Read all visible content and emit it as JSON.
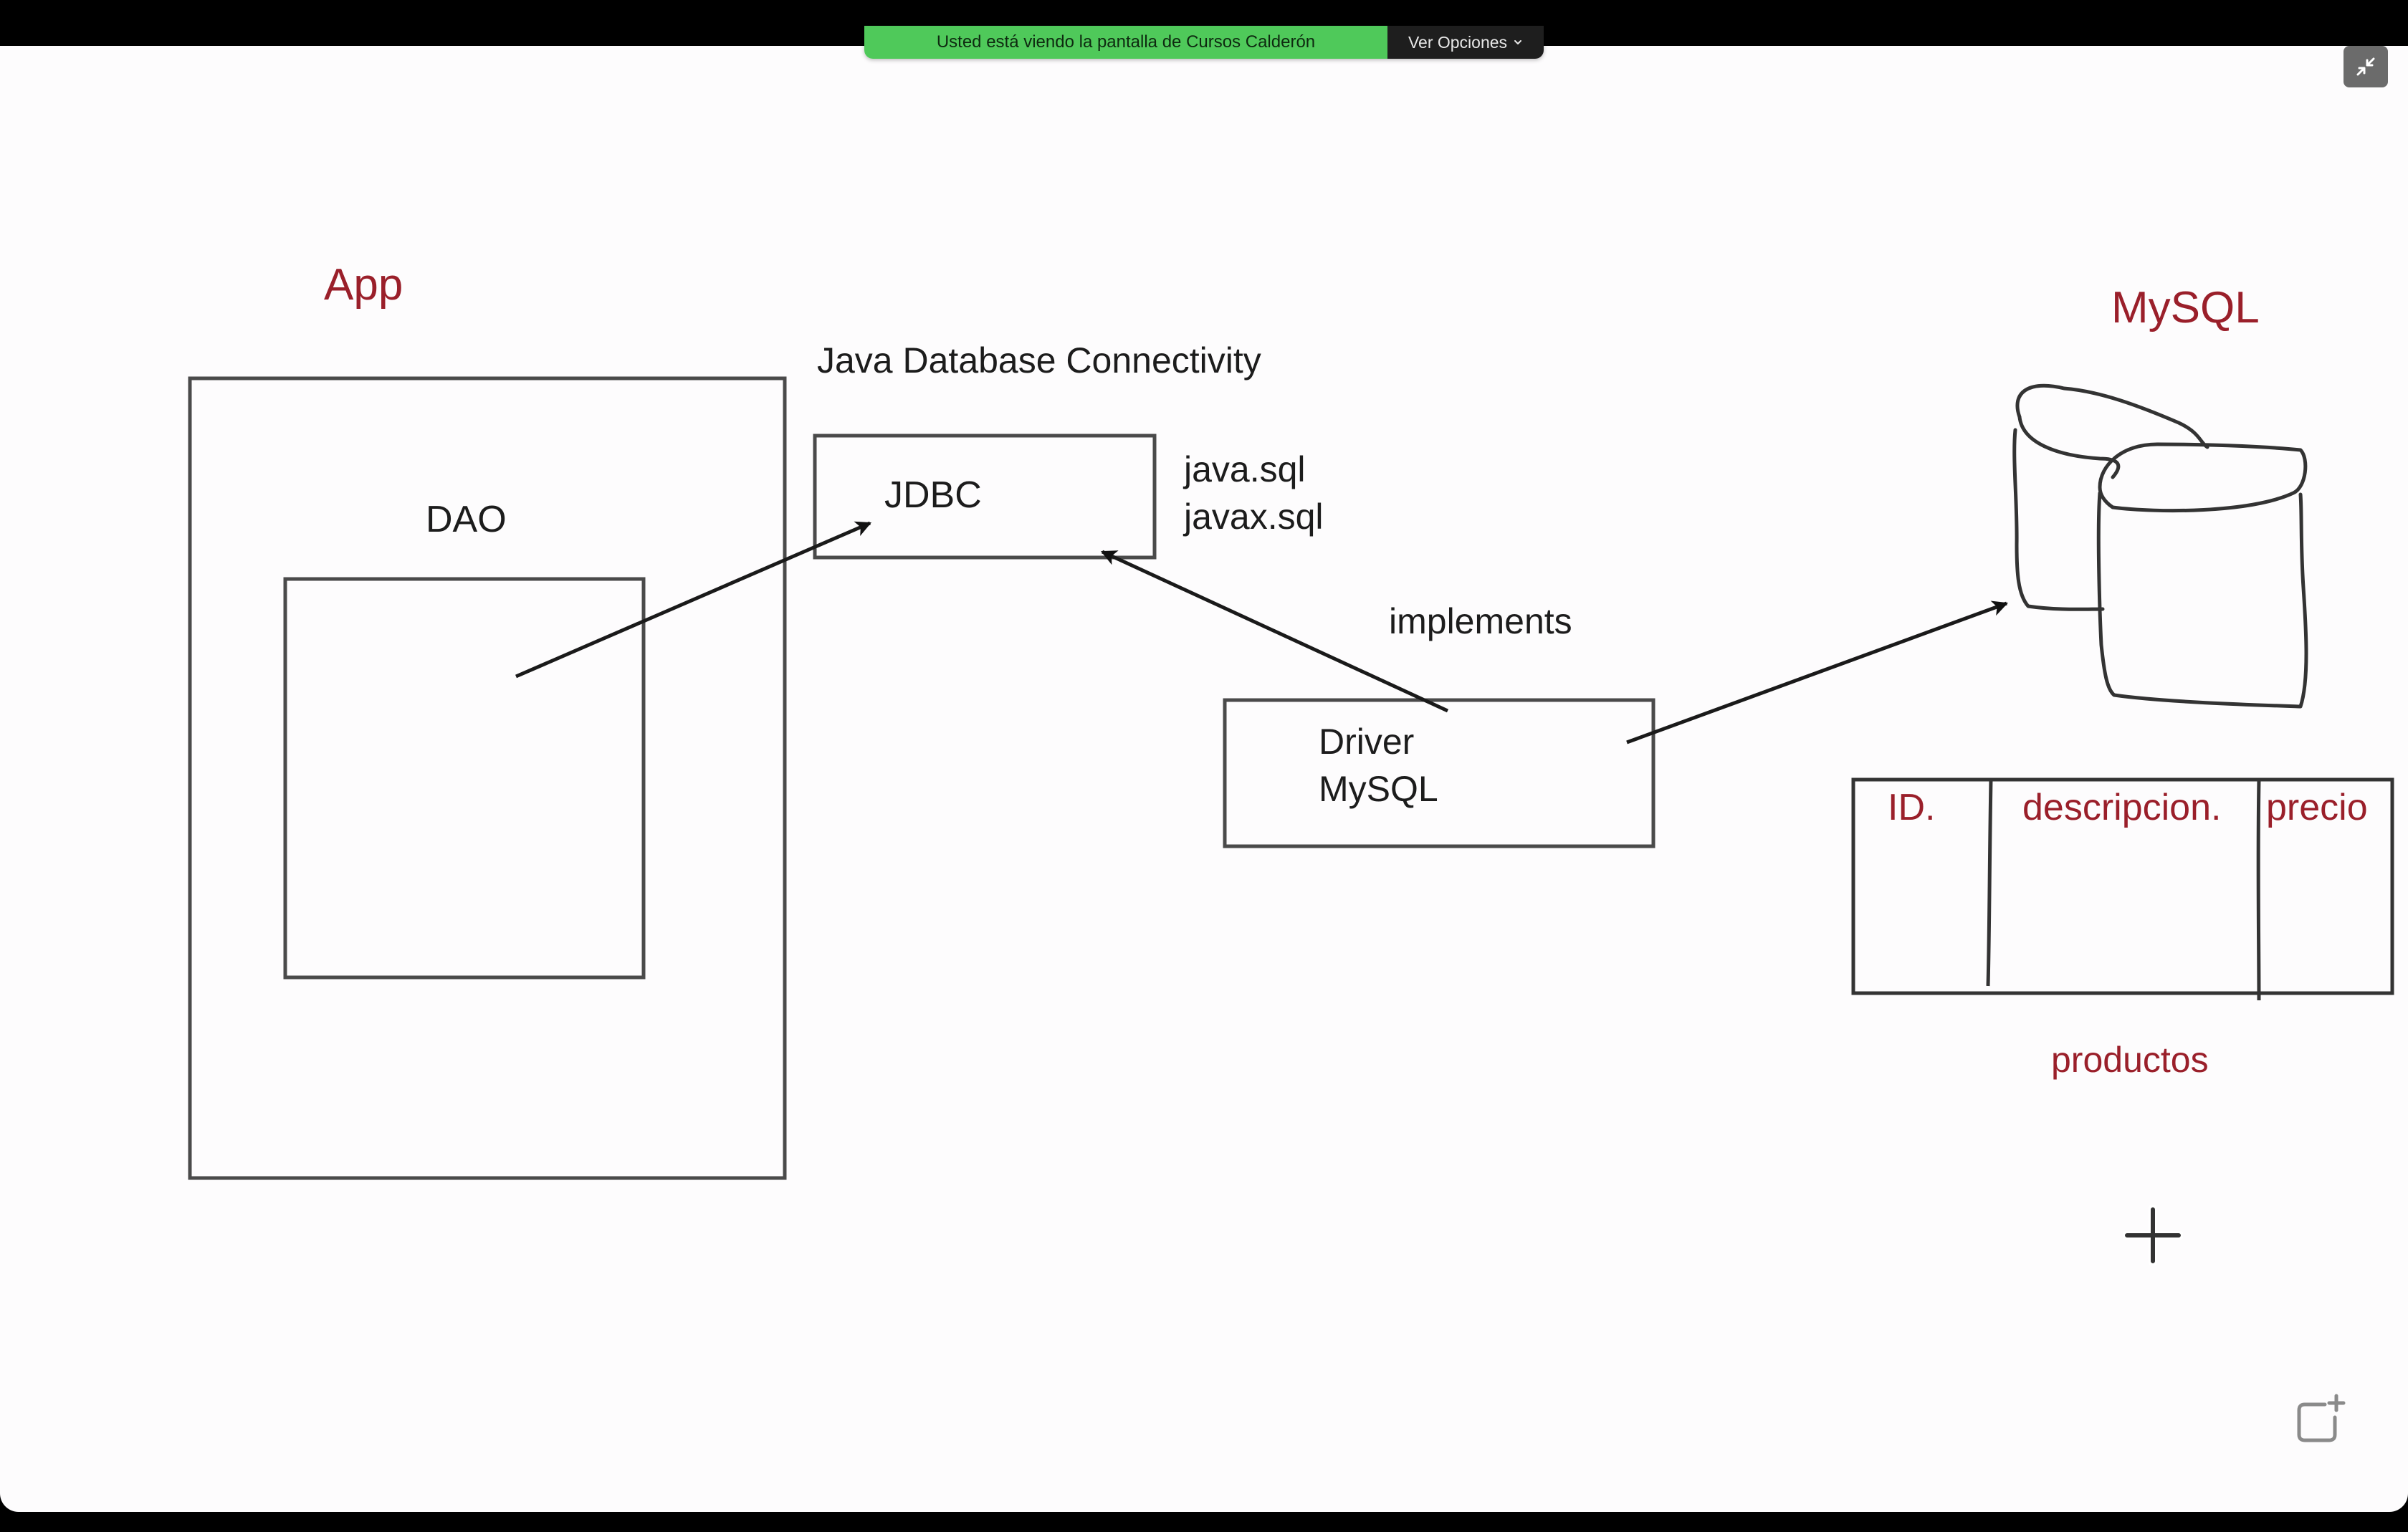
{
  "share_bar": {
    "status_text": "Usted está viendo la pantalla de Cursos Calderón",
    "options_label": "Ver Opciones",
    "status_color": "#4fc95a"
  },
  "icons": {
    "exit_fullscreen": "exit-fullscreen-icon",
    "options_chevron": "chevron-down-icon",
    "cursor": "crosshair-icon",
    "new_whiteboard": "new-whiteboard-icon"
  },
  "diagram": {
    "app_title": "App",
    "dao_label": "DAO",
    "jdbc_heading": "Java Database Connectivity",
    "jdbc_label": "JDBC",
    "packages": [
      "java.sql",
      "javax.sql"
    ],
    "implements_label": "implements",
    "driver_label": [
      "Driver",
      "MySQL"
    ],
    "mysql_title": "MySQL",
    "table_columns": [
      "ID.",
      "descripcion.",
      "precio"
    ],
    "table_name": "productos",
    "accent_color": "#9a1f2a"
  }
}
